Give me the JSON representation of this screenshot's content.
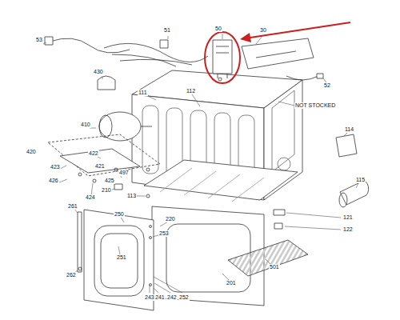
{
  "diagram": {
    "labels": [
      "53",
      "51",
      "50",
      "30",
      "430",
      "112",
      "111",
      "NOT STOCKED",
      "52",
      "410",
      "420",
      "422",
      "421",
      "423",
      "426",
      "425",
      "497",
      "424",
      "114",
      "115",
      "210",
      "113",
      "121",
      "122",
      "261",
      "250",
      "220",
      "253",
      "251",
      "501",
      "262",
      "201",
      "243",
      "241",
      "242",
      "252"
    ]
  }
}
